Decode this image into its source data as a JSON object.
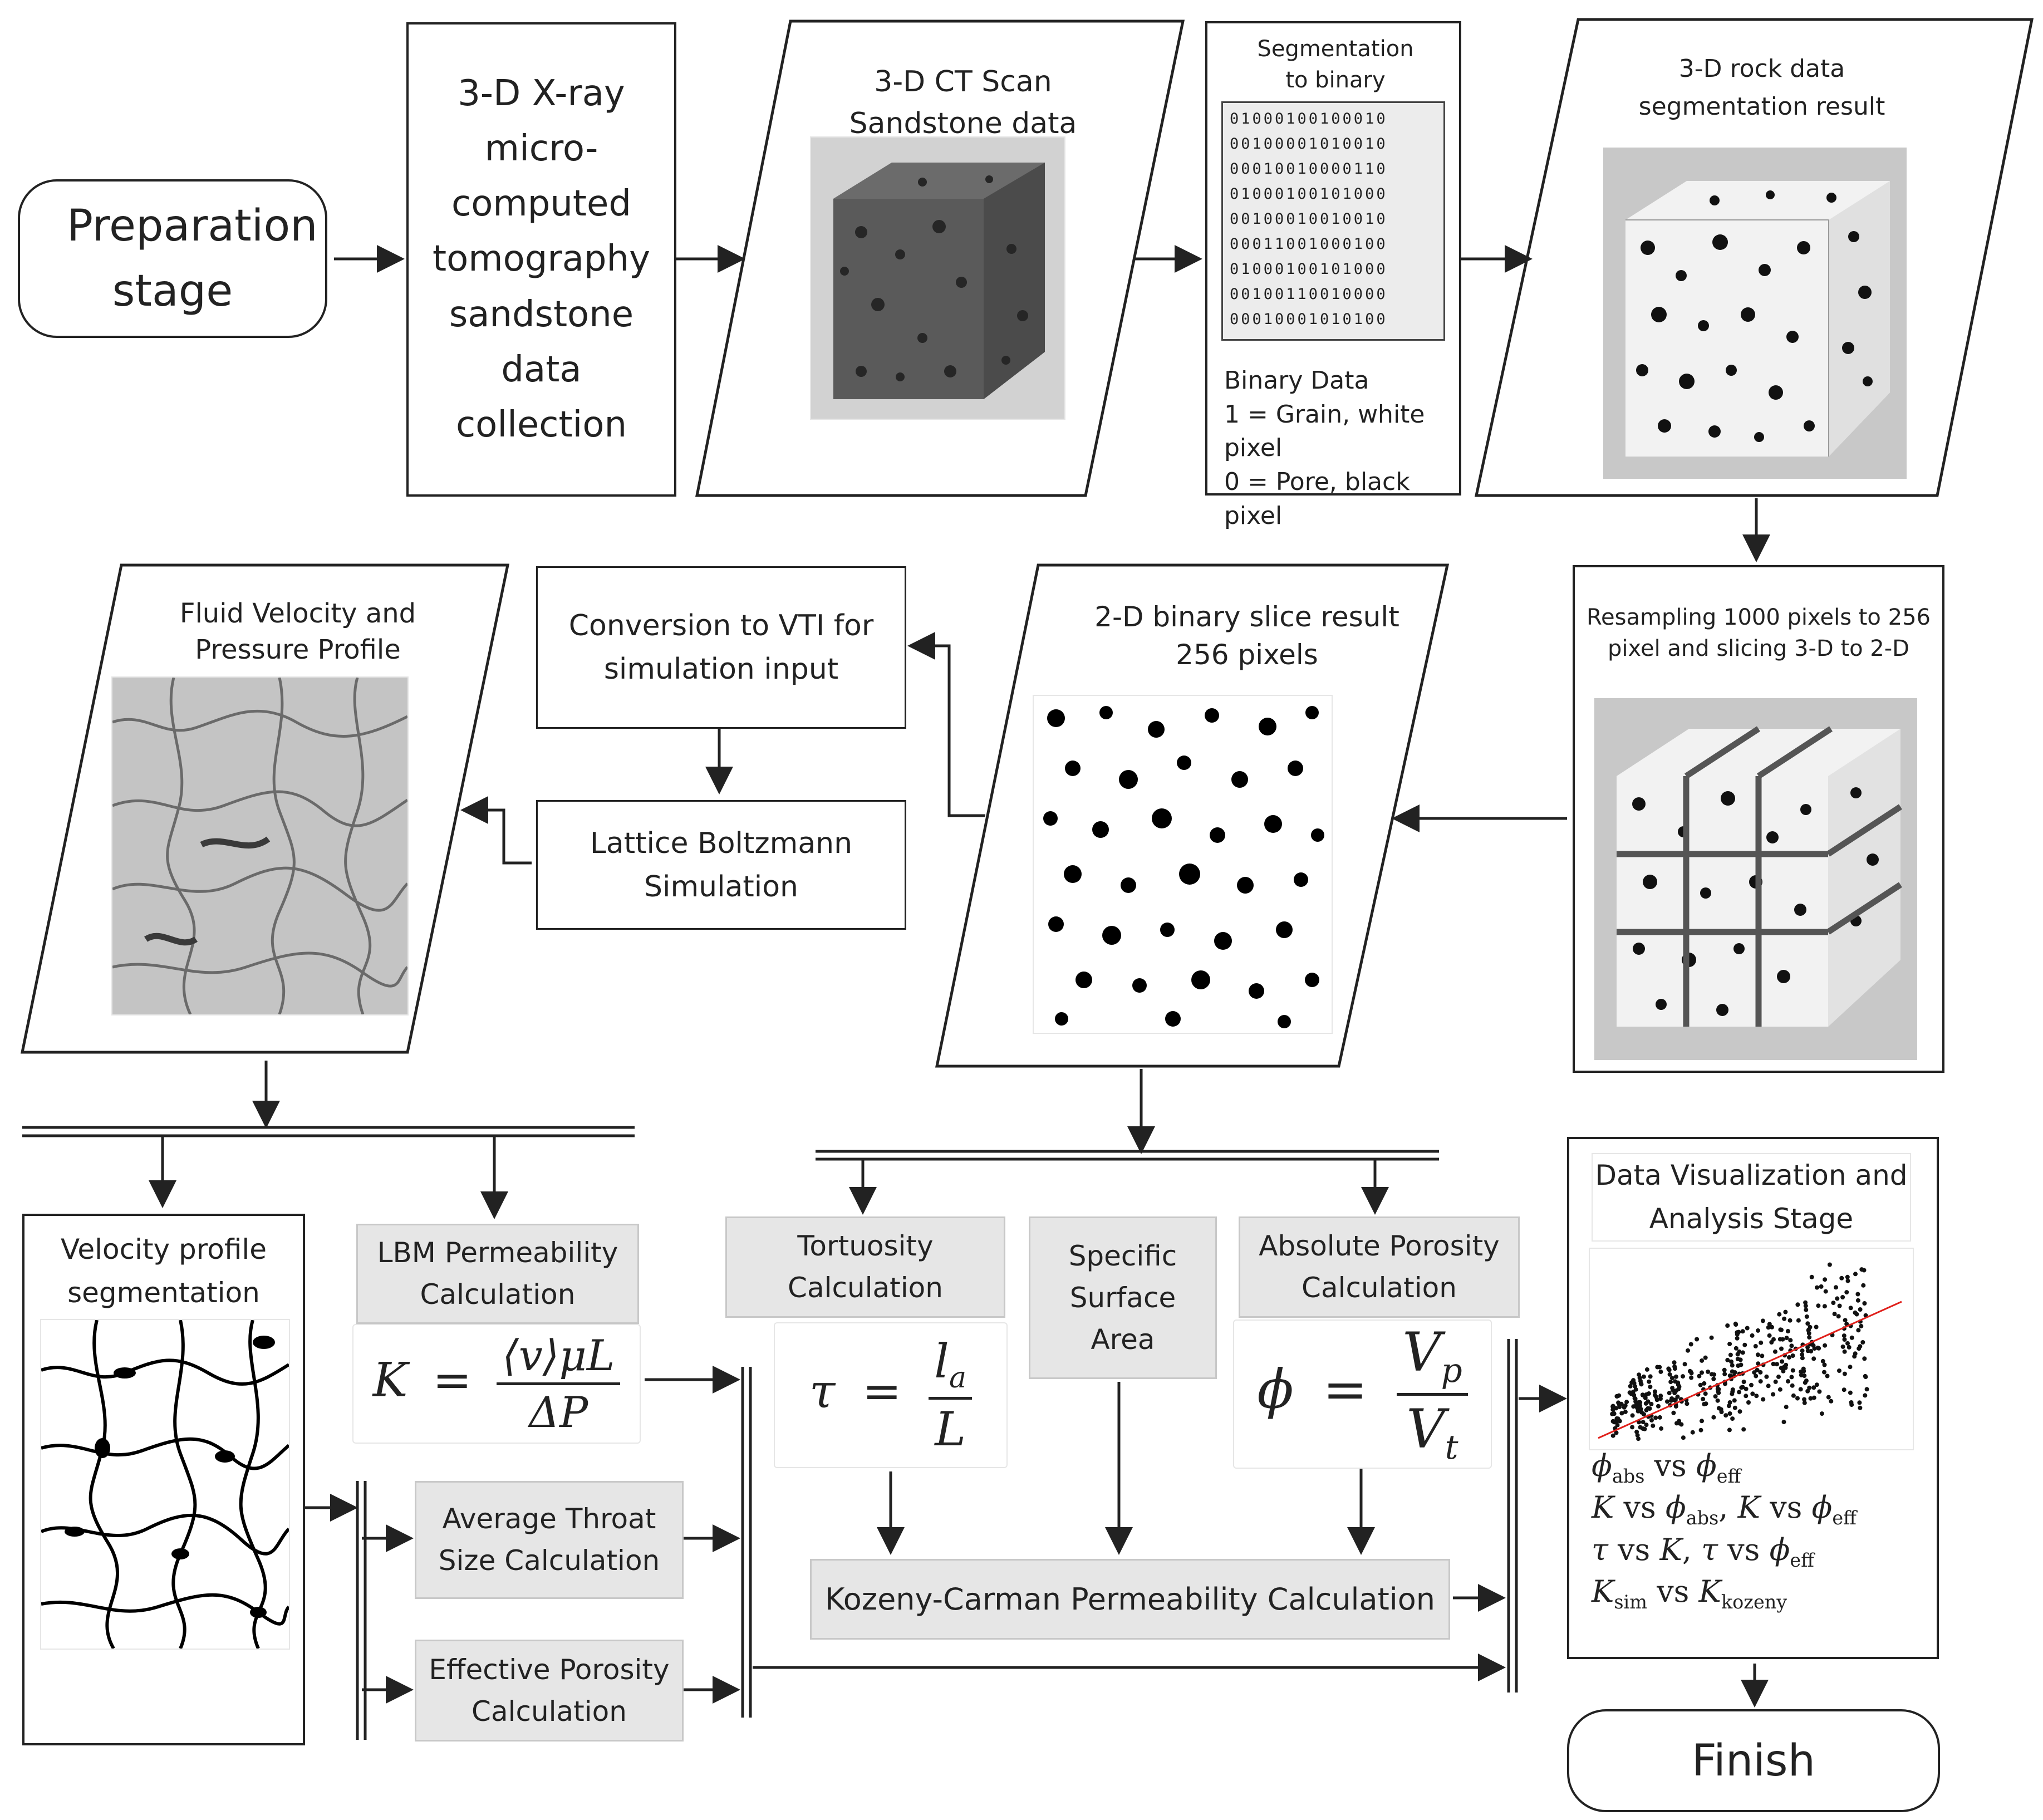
{
  "nodes": {
    "preparation": "Preparation stage",
    "xray": "3-D X-ray micro-computed tomography sandstone data collection",
    "ct_scan": "3-D CT Scan Sandstone data",
    "segmentation": {
      "title": "Segmentation to binary",
      "binary_rows": [
        "01000100100010",
        "00100001010010",
        "00010010000110",
        "01000100101000",
        "00100010010010",
        "00011001000100",
        "01000100101000",
        "00100110010000",
        "00010001010100"
      ],
      "legend_title": "Binary Data",
      "legend_grain": "1 = Grain, white pixel",
      "legend_pore": "0 = Pore, black pixel"
    },
    "seg_result": "3-D rock data segmentation result",
    "resampling": "Resampling 1000 pixels to 256 pixel and slicing 3-D to 2-D",
    "slice": "2-D binary slice result 256 pixels",
    "vti": "Conversion to VTI for simulation input",
    "lbm": "Lattice Boltzmann Simulation",
    "velocity_profile": "Fluid Velocity and Pressure Profile",
    "vel_seg": "Velocity profile segmentation",
    "lbm_perm": "LBM Permeability Calculation",
    "throat": "Average Throat Size Calculation",
    "eff_por": "Effective Porosity Calculation",
    "tortuosity": "Tortuosity Calculation",
    "ssa": "Specific Surface Area",
    "abs_por": "Absolute Porosity Calculation",
    "kozeny": "Kozeny-Carman Permeability Calculation",
    "viz": "Data Visualization and Analysis Stage",
    "finish": "Finish"
  },
  "formulas": {
    "lbm_perm": {
      "lhs": "K",
      "num": "⟨v⟩μL",
      "den": "ΔP"
    },
    "tortuosity": {
      "lhs": "τ",
      "num": "l",
      "num_sub": "a",
      "den": "L"
    },
    "abs_por": {
      "lhs": "ϕ",
      "num": "V",
      "num_sub": "p",
      "den": "V",
      "den_sub": "t"
    }
  },
  "plots": [
    {
      "a": "ϕ",
      "a_sub": "abs",
      "vs": "vs",
      "b": "ϕ",
      "b_sub": "eff"
    },
    {
      "a": "K",
      "vs": "vs",
      "b": "ϕ",
      "b_sub": "abs",
      "sep": ",",
      "c": "K",
      "vs2": "vs",
      "d": "ϕ",
      "d_sub": "eff"
    },
    {
      "a": "τ",
      "vs": "vs",
      "b": "K",
      "sep": ",",
      "c": "τ",
      "vs2": "vs",
      "d": "ϕ",
      "d_sub": "eff"
    },
    {
      "a": "K",
      "a_sub": "sim",
      "vs": "vs",
      "b": "K",
      "b_sub": "kozeny"
    }
  ],
  "colors": {
    "stroke": "#222222",
    "grey_box": "#e6e6e6",
    "dark_rock": "#555555",
    "trend_line": "#e0201b"
  }
}
